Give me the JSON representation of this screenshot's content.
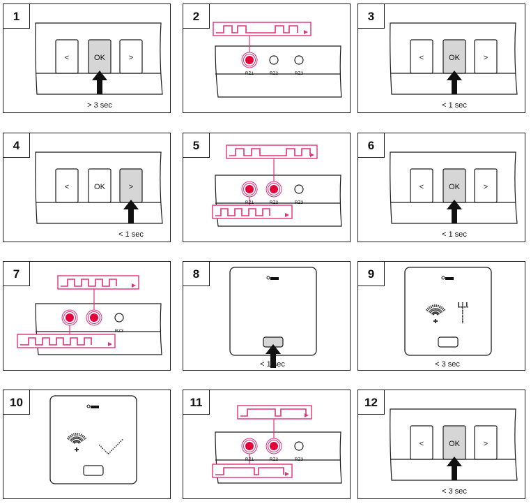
{
  "panels": [
    {
      "number": "1",
      "kind": "buttons",
      "highlight": "ok",
      "caption": "> 3 sec"
    },
    {
      "number": "2",
      "kind": "leds",
      "lit": [
        true,
        false,
        false
      ],
      "signals": [
        "pulse_top"
      ],
      "led_labels": [
        "RZ1",
        "RZ2",
        "RZ3"
      ]
    },
    {
      "number": "3",
      "kind": "buttons",
      "highlight": "ok",
      "caption": "< 1 sec"
    },
    {
      "number": "4",
      "kind": "buttons",
      "highlight": "right",
      "caption": "< 1 sec"
    },
    {
      "number": "5",
      "kind": "leds",
      "lit": [
        true,
        true,
        false
      ],
      "signals": [
        "pulse_top",
        "pulse_bottom"
      ],
      "led_labels": [
        "RZ1",
        "RZ2",
        "RZ3"
      ]
    },
    {
      "number": "6",
      "kind": "buttons",
      "highlight": "ok",
      "caption": "< 1 sec"
    },
    {
      "number": "7",
      "kind": "leds",
      "lit": [
        true,
        true,
        false
      ],
      "signals": [
        "fast_top",
        "fast_bottom"
      ],
      "led_labels": [
        "",
        "",
        "RZ3"
      ]
    },
    {
      "number": "8",
      "kind": "device",
      "screen": "blank",
      "caption": "< 1 sec"
    },
    {
      "number": "9",
      "kind": "device",
      "screen": "wifi_wrench",
      "caption": "< 3 sec"
    },
    {
      "number": "10",
      "kind": "device",
      "screen": "wifi_check"
    },
    {
      "number": "11",
      "kind": "leds",
      "lit": [
        true,
        true,
        false
      ],
      "signals": [
        "long_top",
        "long_bottom"
      ],
      "led_labels": [
        "RZ1",
        "RZ2",
        "RZ3"
      ]
    },
    {
      "number": "12",
      "kind": "buttons",
      "highlight": "ok",
      "caption": "< 3 sec"
    }
  ],
  "button_labels": {
    "left": "<",
    "ok": "OK",
    "right": ">"
  },
  "colors": {
    "pink": "#e0317a",
    "pink_fill": "#f3a7c6",
    "led_red": "#e4003b",
    "button_gray": "#d6d6d6",
    "line": "#1a1a1a"
  }
}
